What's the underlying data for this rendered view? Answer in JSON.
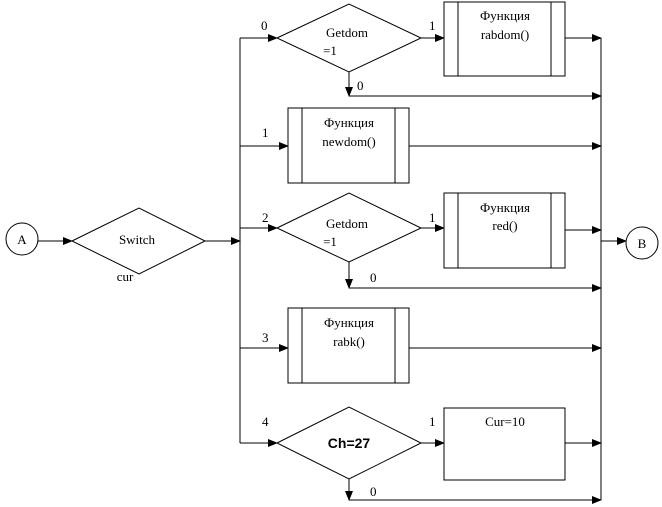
{
  "connectors": {
    "start": "A",
    "end": "B"
  },
  "switch": {
    "label": "Switch",
    "variable": "cur"
  },
  "branches": [
    {
      "case": "0",
      "decision_line1": "Getdom",
      "decision_line2": "=1",
      "true_label": "1",
      "false_label": "0",
      "proc_line1": "Функция",
      "proc_line2": "rabdom()"
    },
    {
      "case": "1",
      "proc_line1": "Функция",
      "proc_line2": "newdom()"
    },
    {
      "case": "2",
      "decision_line1": "Getdom",
      "decision_line2": "=1",
      "true_label": "1",
      "false_label": "0",
      "proc_line1": "Функция",
      "proc_line2": "red()"
    },
    {
      "case": "3",
      "proc_line1": "Функция",
      "proc_line2": "rabk()"
    },
    {
      "case": "4",
      "decision_line1": "Ch=27",
      "true_label": "1",
      "false_label": "0",
      "proc_line1": "Cur=10"
    }
  ]
}
